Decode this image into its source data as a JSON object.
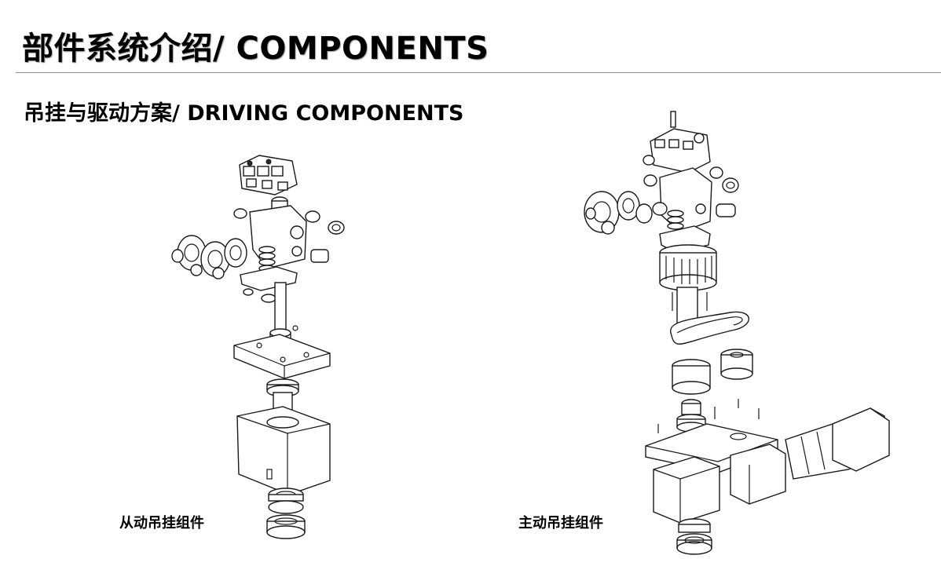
{
  "header": {
    "title": "部件系统介绍/ COMPONENTS",
    "subtitle": "吊挂与驱动方案/ DRIVING COMPONENTS"
  },
  "figures": [
    {
      "caption": "从动吊挂组件",
      "icon": "driven-hanger-assembly-drawing"
    },
    {
      "caption": "主动吊挂组件",
      "icon": "driving-hanger-assembly-drawing"
    }
  ]
}
